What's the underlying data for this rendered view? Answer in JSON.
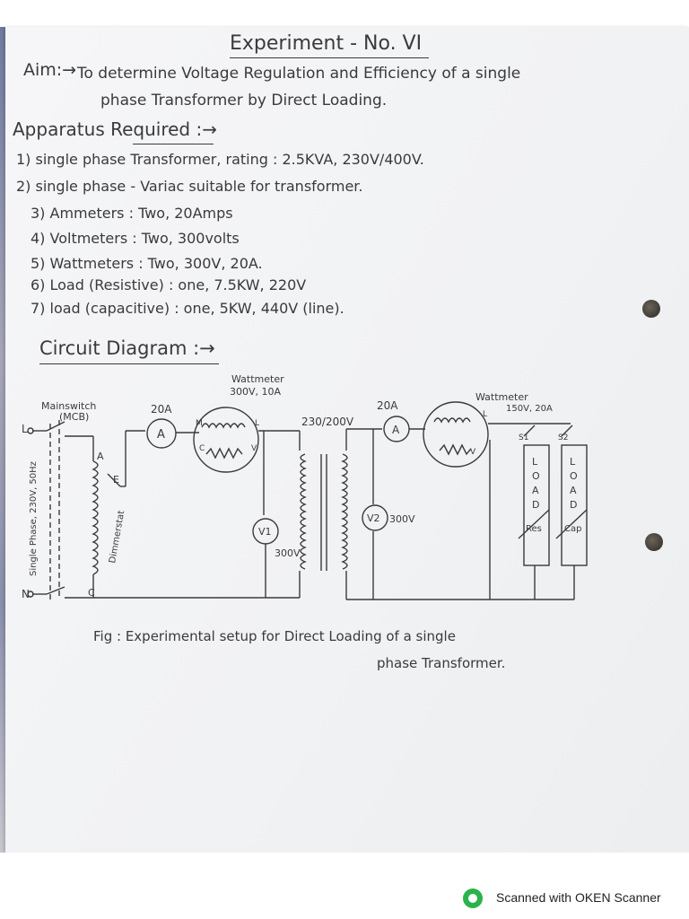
{
  "title": "Experiment - No. VI",
  "aim": {
    "label": "Aim:→",
    "line1": "To determine Voltage Regulation and Efficiency of a single",
    "line2": "phase Transformer by Direct Loading."
  },
  "apparatus": {
    "heading": "Apparatus Required :→",
    "items": [
      "1) single phase Transformer, rating : 2.5KVA, 230V/400V.",
      "2) single phase - Variac suitable for transformer.",
      "3) Ammeters : Two, 20Amps",
      "4) Voltmeters : Two, 300volts",
      "5) Wattmeters : Two, 300V, 20A.",
      "6) Load (Resistive) : one, 7.5KW, 220V",
      "7) load (capacitive) : one, 5KW, 440V (line)."
    ]
  },
  "circuit": {
    "heading": "Circuit Diagram :→",
    "main_switch": "Mainswitch",
    "mcb": "(MCB)",
    "supply": "Single Phase, 230V, 50Hz",
    "L": "L",
    "N": "N",
    "variac_A": "A",
    "variac_E": "E",
    "variac_C": "C",
    "dimmerstat": "Dimmerstat",
    "ammeter1_rating": "20A",
    "ammeter_symbol": "A",
    "wattmeter1_label": "Wattmeter",
    "wattmeter1_rating": "300V, 10A",
    "M": "M",
    "C": "C",
    "V": "V",
    "L_term": "L",
    "v1": "V1",
    "v1_rating": "300V",
    "transformer_rating": "230/200V",
    "ammeter2_rating": "20A",
    "v2": "V2",
    "v2_rating": "300V",
    "wattmeter2_label": "Wattmeter",
    "wattmeter2_rating": "150V, 20A",
    "s1": "S1",
    "s2": "S2",
    "load_letters": [
      "L",
      "O",
      "A",
      "D"
    ],
    "res": "Res",
    "cap": "Cap"
  },
  "caption": {
    "line1": "Fig : Experimental setup for Direct Loading of a single",
    "line2": "phase Transformer."
  },
  "footer": {
    "text": "Scanned with OKEN Scanner"
  }
}
